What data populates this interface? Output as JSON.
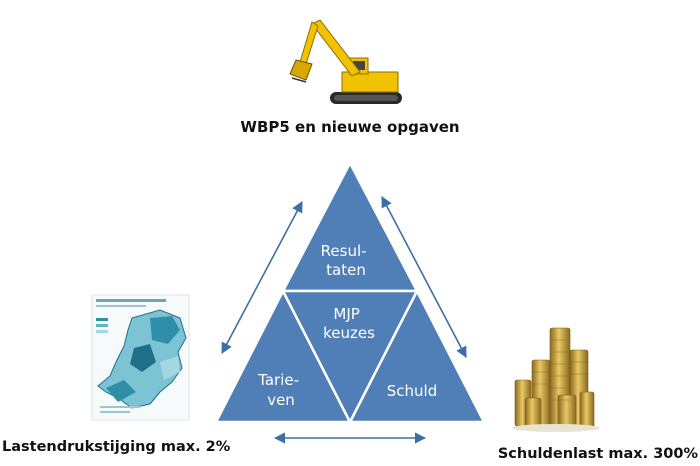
{
  "captions": {
    "top": "WBP5 en nieuwe opgaven",
    "left": "Lastendrukstijging max. 2%",
    "right": "Schuldenlast max. 300%"
  },
  "triangle": {
    "top": [
      "Resul-",
      "taten"
    ],
    "center": [
      "MJP",
      "keuzes"
    ],
    "left": [
      "Tarie-",
      "ven"
    ],
    "right": "Schuld"
  },
  "colors": {
    "triangle_fill": "#4f7fb6",
    "triangle_stroke": "#ffffff",
    "arrow": "#3d6fa6",
    "excavator": "#f2c200",
    "map_water": "#2f8fa8",
    "coins": "#c9a13a"
  },
  "icons": [
    "excavator-image",
    "netherlands-map-image",
    "coin-stacks-image"
  ]
}
